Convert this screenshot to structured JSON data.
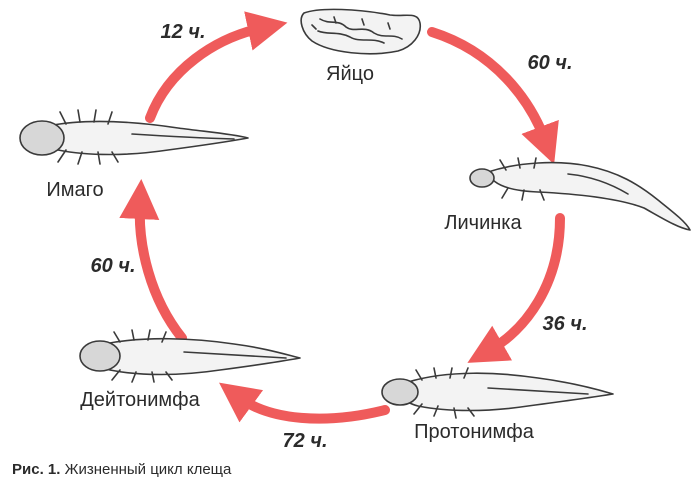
{
  "stages": {
    "egg": "Яйцо",
    "larva": "Личинка",
    "protonymph": "Протонимфа",
    "deutonymph": "Дейтонимфа",
    "adult": "Имаго"
  },
  "durations": {
    "adult_to_egg": "12 ч.",
    "egg_to_larva": "60 ч.",
    "larva_to_protonymph": "36 ч.",
    "protonymph_to_deutonymph": "72 ч.",
    "deutonymph_to_adult": "60 ч."
  },
  "caption": {
    "prefix": "Рис. 1.",
    "text": " Жизненный цикл клеща"
  },
  "colors": {
    "arrow": "#ef5b5b",
    "text": "#2b2b2b",
    "drawing": "#3a3a3a"
  }
}
